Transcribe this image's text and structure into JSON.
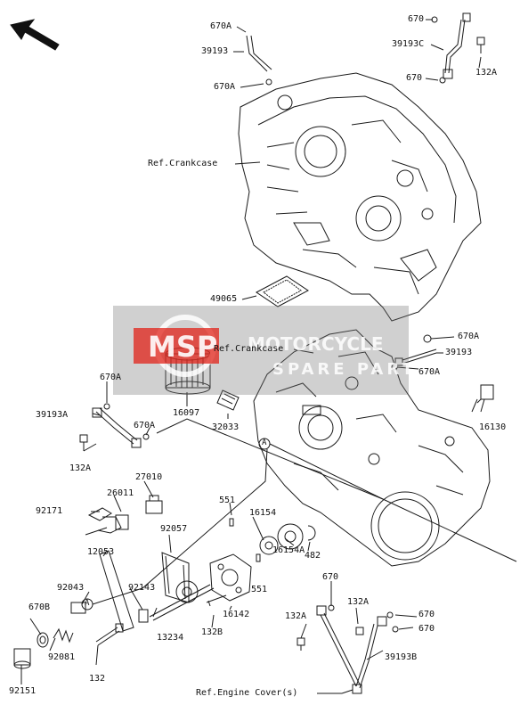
{
  "diagram": {
    "watermark": {
      "brand": "MSP",
      "line1": "MOTORCYCLE",
      "line2": "SPARE PARTS"
    },
    "colors": {
      "line": "#1a1a1a",
      "watermark_box": "#8a8a8a",
      "watermark_red": "#e2231a"
    },
    "labels": {
      "p670A_top": "670A",
      "p39193_top": "39193",
      "p670A_mid": "670A",
      "p670_top_r": "670",
      "p39193C": "39193C",
      "p132A_top_r": "132A",
      "p670_r2": "670",
      "ref_crankcase_1": "Ref.Crankcase",
      "p49065": "49065",
      "ref_crankcase_2": "Ref.Crankcase",
      "p670A_r3": "670A",
      "p39193_r3": "39193",
      "p670A_r4": "670A",
      "p670A_left": "670A",
      "p16097": "16097",
      "p39193A": "39193A",
      "p32033": "32033",
      "p670A_left2": "670A",
      "p16130": "16130",
      "p132A_left": "132A",
      "p27010": "27010",
      "p92171": "92171",
      "p26011": "26011",
      "p551_a": "551",
      "p16154": "16154",
      "p92057": "92057",
      "p482": "482",
      "p16154A": "16154A",
      "p12053": "12053",
      "p551_b": "551",
      "p670_c": "670",
      "p92043": "92043",
      "p92143": "92143",
      "p16142": "16142",
      "p132A_c": "132A",
      "p670B": "670B",
      "p132A_d": "132A",
      "p670_d": "670",
      "p13234": "13234",
      "p132B": "132B",
      "p670_e": "670",
      "p92081": "92081",
      "p39193B": "39193B",
      "p132": "132",
      "p92151": "92151",
      "ref_engine_cover": "Ref.Engine Cover(s)",
      "callout_A1": "A",
      "callout_A2": "A"
    }
  }
}
